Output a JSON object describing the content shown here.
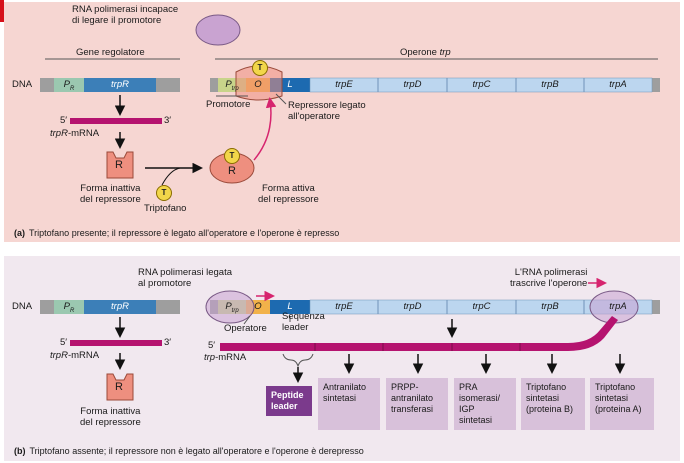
{
  "panel_a": {
    "rna_pol_text": "RNA polimerasi incapace\ndi legare il promotore",
    "gene_reg_label": "Gene regolatore",
    "operon_label": "Operone ",
    "operon_label_italic": "trp",
    "dna_label": "DNA",
    "pr_label": "P",
    "pr_sub": "R",
    "trpR_label": "trpR",
    "ptrp_label": "P",
    "ptrp_sub": "trp",
    "o_label": "O",
    "l_label": "L",
    "genes": [
      "trpE",
      "trpD",
      "trpC",
      "trpB",
      "trpA"
    ],
    "promotore_label": "Promotore",
    "repressore_legato": "Repressore legato\nall'operatore",
    "mrna_5": "5′",
    "mrna_3": "3′",
    "mrna_label_italic": "trpR",
    "mrna_label": "-mRNA",
    "r_label": "R",
    "t_label": "T",
    "forma_inattiva": "Forma inattiva\ndel repressore",
    "forma_attiva": "Forma attiva\ndel repressore",
    "triptofano": "Triptofano",
    "caption_letter": "(a)",
    "caption_text": "Triptofano presente; il repressore è legato all'operatore e l'operone è represso"
  },
  "panel_b": {
    "rna_pol_text": "RNA polimerasi legata\nal promotore",
    "rna_pol_trascrive": "L'RNA polimerasi\ntrascrive l'operone",
    "dna_label": "DNA",
    "operatore": "Operatore",
    "sequenza_leader": "Sequenza\nleader",
    "mrna_5": "5′",
    "mrna_3": "3′",
    "trpR_mrna_italic": "trpR",
    "trpR_mrna": "-mRNA",
    "trp_mrna_5": "5′",
    "trp_mrna_italic": "trp",
    "trp_mrna": "-mRNA",
    "r_label": "R",
    "forma_inattiva": "Forma inattiva\ndel repressore",
    "proteins": [
      "Peptide\nleader",
      "Antranilato\nsintetasi",
      "PRPP-\nantranilato\ntransferasi",
      "PRA\nisomerasi/\nIGP\nsintetasi",
      "Triptofano\nsintetasi\n(proteina B)",
      "Triptofano\nsintetasi\n(proteina A)"
    ],
    "caption_letter": "(b)",
    "caption_text": "Triptofano assente; il repressore non è legato all'operatore e l'operone è derepresso"
  },
  "colors": {
    "panel_a_bg": "#f6d6d2",
    "panel_b_bg": "#f1e8ef",
    "dna_pr": "#9bc8b0",
    "dna_trpR": "#3c7fb8",
    "dna_light": "#bcd6ef",
    "dna_dark": "#1d6ab0",
    "promoter": "#c8d48a",
    "operator": "#f2b24a",
    "mrna": "#b5136f",
    "repressor": "#ee8f7f",
    "polymerase": "#c9a3d1",
    "tryptophan": "#f2d64a",
    "arrow_pink": "#d6246e"
  }
}
